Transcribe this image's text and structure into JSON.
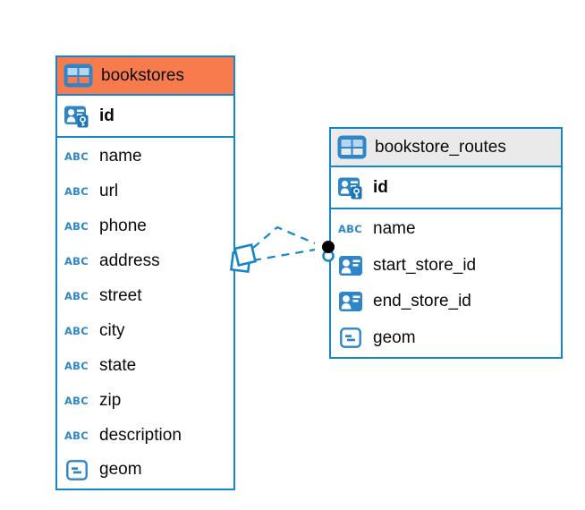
{
  "colors": {
    "accent_blue": "#1686CA",
    "icon_blue": "#2E86C8",
    "icon_cell_light": "#B5D6EE",
    "selected_header_orange": "#F87B4E",
    "header_gray": "#EAEAEA",
    "relationship_dash_blue": "#1686CA",
    "circle_marker_black": "#000000"
  },
  "icons": {
    "text_type_label": "ABC"
  },
  "tables": [
    {
      "name": "bookstores",
      "header_color": "#F87B4E",
      "key_columns": [
        {
          "name": "id",
          "icon": "primary-key",
          "emphasis": "bold"
        }
      ],
      "columns": [
        {
          "name": "name",
          "icon": "text"
        },
        {
          "name": "url",
          "icon": "text"
        },
        {
          "name": "phone",
          "icon": "text"
        },
        {
          "name": "address",
          "icon": "text"
        },
        {
          "name": "street",
          "icon": "text"
        },
        {
          "name": "city",
          "icon": "text"
        },
        {
          "name": "state",
          "icon": "text"
        },
        {
          "name": "zip",
          "icon": "text"
        },
        {
          "name": "description",
          "icon": "text"
        },
        {
          "name": "geom",
          "icon": "geometry"
        }
      ]
    },
    {
      "name": "bookstore_routes",
      "header_color": "#EAEAEA",
      "key_columns": [
        {
          "name": "id",
          "icon": "primary-key",
          "emphasis": "bold"
        }
      ],
      "columns": [
        {
          "name": "name",
          "icon": "text"
        },
        {
          "name": "start_store_id",
          "icon": "id-ref"
        },
        {
          "name": "end_store_id",
          "icon": "id-ref"
        },
        {
          "name": "geom",
          "icon": "geometry"
        }
      ]
    }
  ],
  "relationships": [
    {
      "from_table": "bookstores",
      "to_table": "bookstore_routes",
      "line_style": "dashed",
      "source_marker": "diamond",
      "target_marker": "circle"
    },
    {
      "from_table": "bookstores",
      "to_table": "bookstore_routes",
      "line_style": "dashed",
      "source_marker": "diamond",
      "target_marker": "circle"
    }
  ]
}
